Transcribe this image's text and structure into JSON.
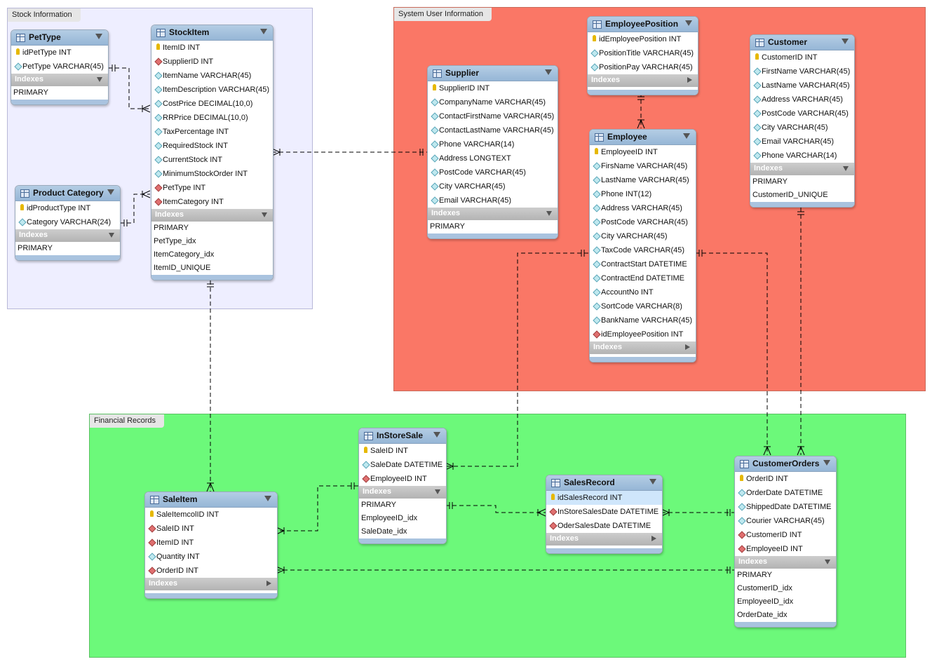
{
  "layers": [
    {
      "id": "layer-stock",
      "name": "Stock Information",
      "color": "#eeeeff"
    },
    {
      "id": "layer-sys",
      "name": "System User Information",
      "color": "#fa7766"
    },
    {
      "id": "layer-fin",
      "name": "Financial Records",
      "color": "#6cf97a"
    }
  ],
  "indexes_label": "Indexes",
  "tables": [
    {
      "id": "PetType",
      "name": "PetType",
      "indexes_expanded": true,
      "columns": [
        {
          "name": "idPetType INT",
          "kind": "pk"
        },
        {
          "name": "PetType VARCHAR(45)",
          "kind": "col"
        }
      ],
      "indexes": [
        "PRIMARY"
      ]
    },
    {
      "id": "StockItem",
      "name": "StockItem",
      "indexes_expanded": true,
      "columns": [
        {
          "name": "ItemID INT",
          "kind": "pk"
        },
        {
          "name": "SupplierID INT",
          "kind": "fk"
        },
        {
          "name": "ItemName VARCHAR(45)",
          "kind": "col"
        },
        {
          "name": "ItemDescription VARCHAR(45)",
          "kind": "col"
        },
        {
          "name": "CostPrice DECIMAL(10,0)",
          "kind": "col"
        },
        {
          "name": "RRPrice DECIMAL(10,0)",
          "kind": "col"
        },
        {
          "name": "TaxPercentage INT",
          "kind": "col"
        },
        {
          "name": "RequiredStock INT",
          "kind": "col"
        },
        {
          "name": "CurrentStock INT",
          "kind": "col"
        },
        {
          "name": "MinimumStockOrder INT",
          "kind": "col"
        },
        {
          "name": "PetType INT",
          "kind": "fk"
        },
        {
          "name": "ItemCategory INT",
          "kind": "fk"
        }
      ],
      "indexes": [
        "PRIMARY",
        "PetType_idx",
        "ItemCategory_idx",
        "ItemID_UNIQUE"
      ]
    },
    {
      "id": "ProductCategory",
      "name": "Product Category",
      "indexes_expanded": true,
      "columns": [
        {
          "name": "idProductType INT",
          "kind": "pk"
        },
        {
          "name": "Category VARCHAR(24)",
          "kind": "col"
        }
      ],
      "indexes": [
        "PRIMARY"
      ]
    },
    {
      "id": "Supplier",
      "name": "Supplier",
      "indexes_expanded": true,
      "columns": [
        {
          "name": "SupplierID INT",
          "kind": "pk"
        },
        {
          "name": "CompanyName VARCHAR(45)",
          "kind": "col"
        },
        {
          "name": "ContactFirstName VARCHAR(45)",
          "kind": "col"
        },
        {
          "name": "ContactLastName VARCHAR(45)",
          "kind": "col"
        },
        {
          "name": "Phone VARCHAR(14)",
          "kind": "col"
        },
        {
          "name": "Address LONGTEXT",
          "kind": "col"
        },
        {
          "name": "PostCode VARCHAR(45)",
          "kind": "col"
        },
        {
          "name": "City VARCHAR(45)",
          "kind": "col"
        },
        {
          "name": "Email VARCHAR(45)",
          "kind": "col"
        }
      ],
      "indexes": [
        "PRIMARY"
      ]
    },
    {
      "id": "EmployeePosition",
      "name": "EmployeePosition",
      "indexes_expanded": false,
      "columns": [
        {
          "name": "idEmployeePosition INT",
          "kind": "pk"
        },
        {
          "name": "PositionTitle VARCHAR(45)",
          "kind": "col"
        },
        {
          "name": "PositionPay VARCHAR(45)",
          "kind": "col"
        }
      ],
      "indexes": []
    },
    {
      "id": "Employee",
      "name": "Employee",
      "indexes_expanded": false,
      "columns": [
        {
          "name": "EmployeeID INT",
          "kind": "pk"
        },
        {
          "name": "FirsName VARCHAR(45)",
          "kind": "col"
        },
        {
          "name": "LastName VARCHAR(45)",
          "kind": "col"
        },
        {
          "name": "Phone INT(12)",
          "kind": "col"
        },
        {
          "name": "Address VARCHAR(45)",
          "kind": "col"
        },
        {
          "name": "PostCode VARCHAR(45)",
          "kind": "col"
        },
        {
          "name": "City VARCHAR(45)",
          "kind": "col"
        },
        {
          "name": "TaxCode VARCHAR(45)",
          "kind": "col"
        },
        {
          "name": "ContractStart DATETIME",
          "kind": "col"
        },
        {
          "name": "ContractEnd DATETIME",
          "kind": "col"
        },
        {
          "name": "AccountNo INT",
          "kind": "col"
        },
        {
          "name": "SortCode VARCHAR(8)",
          "kind": "col"
        },
        {
          "name": "BankName VARCHAR(45)",
          "kind": "col"
        },
        {
          "name": "idEmployeePosition INT",
          "kind": "fk"
        }
      ],
      "indexes": []
    },
    {
      "id": "Customer",
      "name": "Customer",
      "indexes_expanded": true,
      "columns": [
        {
          "name": "CustomerID INT",
          "kind": "pk"
        },
        {
          "name": "FirstName VARCHAR(45)",
          "kind": "col"
        },
        {
          "name": "LastName VARCHAR(45)",
          "kind": "col"
        },
        {
          "name": "Address VARCHAR(45)",
          "kind": "col"
        },
        {
          "name": "PostCode VARCHAR(45)",
          "kind": "col"
        },
        {
          "name": "City VARCHAR(45)",
          "kind": "col"
        },
        {
          "name": "Email VARCHAR(45)",
          "kind": "col"
        },
        {
          "name": "Phone VARCHAR(14)",
          "kind": "col"
        }
      ],
      "indexes": [
        "PRIMARY",
        "CustomerID_UNIQUE"
      ]
    },
    {
      "id": "InStoreSale",
      "name": "InStoreSale",
      "indexes_expanded": true,
      "columns": [
        {
          "name": "SaleID INT",
          "kind": "pk"
        },
        {
          "name": "SaleDate DATETIME",
          "kind": "col"
        },
        {
          "name": "EmployeeID INT",
          "kind": "fk"
        }
      ],
      "indexes": [
        "PRIMARY",
        "EmployeeID_idx",
        "SaleDate_idx"
      ]
    },
    {
      "id": "SalesRecord",
      "name": "SalesRecord",
      "indexes_expanded": false,
      "columns": [
        {
          "name": "idSalesRecord INT",
          "kind": "pk",
          "selected": true
        },
        {
          "name": "InStoreSalesDate DATETIME",
          "kind": "fk"
        },
        {
          "name": "OderSalesDate DATETIME",
          "kind": "fk"
        }
      ],
      "indexes": []
    },
    {
      "id": "SaleItem",
      "name": "SaleItem",
      "indexes_expanded": false,
      "columns": [
        {
          "name": "SaleItemcolID INT",
          "kind": "pk"
        },
        {
          "name": "SaleID INT",
          "kind": "fk"
        },
        {
          "name": "ItemID INT",
          "kind": "fk"
        },
        {
          "name": "Quantity INT",
          "kind": "col"
        },
        {
          "name": "OrderID INT",
          "kind": "fk"
        }
      ],
      "indexes": []
    },
    {
      "id": "CustomerOrders",
      "name": "CustomerOrders",
      "indexes_expanded": true,
      "columns": [
        {
          "name": "OrderID INT",
          "kind": "pk"
        },
        {
          "name": "OrderDate DATETIME",
          "kind": "col"
        },
        {
          "name": "ShippedDate DATETIME",
          "kind": "col"
        },
        {
          "name": "Courier VARCHAR(45)",
          "kind": "col"
        },
        {
          "name": "CustomerID INT",
          "kind": "fk"
        },
        {
          "name": "EmployeeID INT",
          "kind": "fk"
        }
      ],
      "indexes": [
        "PRIMARY",
        "CustomerID_idx",
        "EmployeeID_idx",
        "OrderDate_idx"
      ]
    }
  ],
  "relationships": [
    {
      "from": "PetType",
      "to": "StockItem",
      "cardinality": "one-to-many"
    },
    {
      "from": "ProductCategory",
      "to": "StockItem",
      "cardinality": "one-to-many"
    },
    {
      "from": "Supplier",
      "to": "StockItem",
      "cardinality": "one-to-many"
    },
    {
      "from": "StockItem",
      "to": "SaleItem",
      "cardinality": "one-to-many"
    },
    {
      "from": "EmployeePosition",
      "to": "Employee",
      "cardinality": "one-to-many"
    },
    {
      "from": "Employee",
      "to": "InStoreSale",
      "cardinality": "one-to-many"
    },
    {
      "from": "Employee",
      "to": "CustomerOrders",
      "cardinality": "one-to-many"
    },
    {
      "from": "Customer",
      "to": "CustomerOrders",
      "cardinality": "one-to-many"
    },
    {
      "from": "InStoreSale",
      "to": "SaleItem",
      "cardinality": "one-to-many"
    },
    {
      "from": "InStoreSale",
      "to": "SalesRecord",
      "cardinality": "one-to-many"
    },
    {
      "from": "CustomerOrders",
      "to": "SalesRecord",
      "cardinality": "one-to-many"
    },
    {
      "from": "CustomerOrders",
      "to": "SaleItem",
      "cardinality": "one-to-many"
    }
  ]
}
